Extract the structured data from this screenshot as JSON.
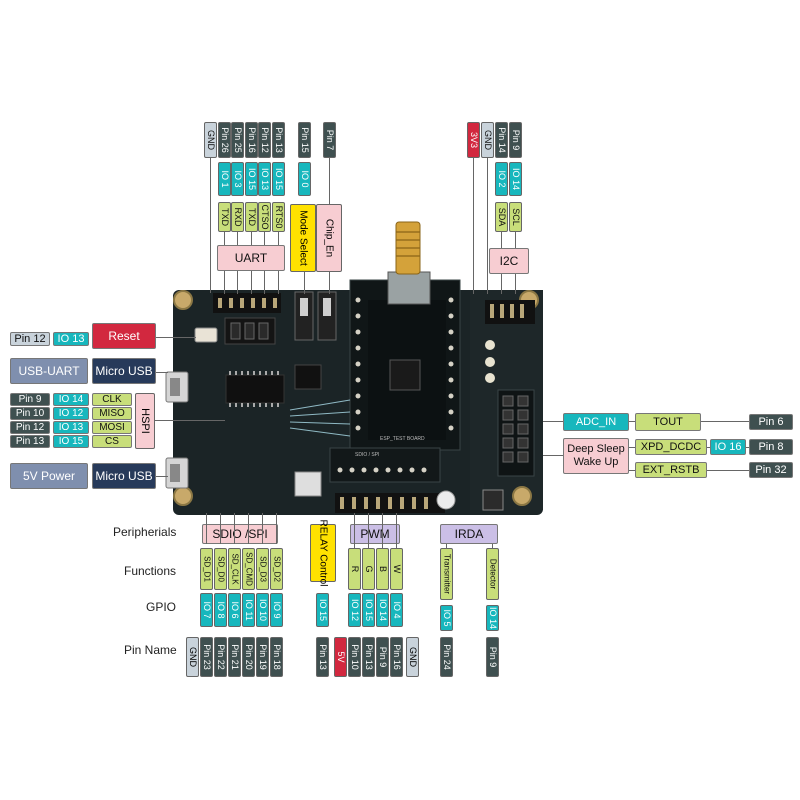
{
  "colors": {
    "gray": "#3f5050",
    "light_gray": "#c9d3db",
    "teal": "#17b7bd",
    "yellow_green": "#c8de7a",
    "yellow": "#ffe100",
    "pink": "#f7cdd2",
    "red": "#d2283f",
    "blue_gray": "#7f8fae",
    "purple": "#cbbfe6",
    "light_blue": "#bfe5f2",
    "navy": "#273a5a",
    "board": "#1b2426"
  },
  "top": {
    "columns": [
      {
        "name": "gnd",
        "pin": "GND"
      },
      {
        "name": "u1",
        "pin": "Pin 26",
        "io": "IO 1",
        "func": "TXD"
      },
      {
        "name": "u2",
        "pin": "Pin 25",
        "io": "IO 3",
        "func": "RXD"
      },
      {
        "name": "u3",
        "pin": "Pin 16",
        "io": "IO 15",
        "func": "TXD"
      },
      {
        "name": "u4",
        "pin": "Pin 12",
        "io": "IO 13",
        "func": "CTSO"
      },
      {
        "name": "u5",
        "pin": "Pin 13",
        "io": "IO 15",
        "func": "RTS0"
      }
    ],
    "mode": {
      "pin": "Pin 15",
      "io": "IO 0",
      "func": "Mode Select"
    },
    "chip": {
      "pin": "Pin 7",
      "func": "Chip_En"
    },
    "uart": "UART",
    "i2c_cols": [
      {
        "name": "v33",
        "pin": "3V3"
      },
      {
        "name": "ignd",
        "pin": "GND"
      },
      {
        "name": "i1",
        "pin": "Pin 14",
        "io": "IO 2",
        "func": "SDA"
      },
      {
        "name": "i2",
        "pin": "Pin 9",
        "io": "IO 14",
        "func": "SCL"
      }
    ],
    "i2c": "I2C"
  },
  "left": {
    "reset": {
      "pin": "Pin 12",
      "io": "IO 13",
      "label": "Reset"
    },
    "usb_uart": "USB-UART",
    "micro_usb_1": "Micro USB",
    "hspi": "HSPI",
    "hspi_rows": [
      {
        "pin": "Pin 9",
        "io": "IO 14",
        "func": "CLK"
      },
      {
        "pin": "Pin 10",
        "io": "IO 12",
        "func": "MISO"
      },
      {
        "pin": "Pin 12",
        "io": "IO 13",
        "func": "MOSI"
      },
      {
        "pin": "Pin 13",
        "io": "IO 15",
        "func": "CS"
      }
    ],
    "power": "5V Power",
    "micro_usb_2": "Micro USB"
  },
  "right": {
    "adc": "ADC_IN",
    "tout": "TOUT",
    "tout_pin": "Pin 6",
    "deep_sleep": "Deep Sleep Wake Up",
    "xpd": "XPD_DCDC",
    "xpd_io": "IO 16",
    "xpd_pin": "Pin 8",
    "ext": "EXT_RSTB",
    "ext_pin": "Pin 32"
  },
  "bottom": {
    "row_labels": [
      "Peripherials",
      "Functions",
      "GPIO",
      "Pin Name"
    ],
    "sdio": "SDIO /SPI",
    "sdio_cols": [
      {
        "func": "SD_D1",
        "io": "IO 7",
        "pin": "Pin 23"
      },
      {
        "func": "SD_D0",
        "io": "IO 8",
        "pin": "Pin 22"
      },
      {
        "func": "SD_CLK",
        "io": "IO 6",
        "pin": "Pin 21"
      },
      {
        "func": "SD_CMD",
        "io": "IO 11",
        "pin": "Pin 20"
      },
      {
        "func": "SD_D3",
        "io": "IO 10",
        "pin": "Pin 19"
      },
      {
        "func": "SD_D2",
        "io": "IO 9",
        "pin": "Pin 18"
      }
    ],
    "gnd_left": "GND",
    "relay": "RELAY Control",
    "relay_io": "IO 15",
    "relay_pin": "Pin 13",
    "v5": "5V",
    "pwm": "PWM",
    "pwm_cols": [
      {
        "func": "R",
        "io": "IO 12",
        "pin": "Pin 10"
      },
      {
        "func": "G",
        "io": "IO 15",
        "pin": "Pin 13"
      },
      {
        "func": "B",
        "io": "IO 14",
        "pin": "Pin 9"
      },
      {
        "func": "W",
        "io": "IO 4",
        "pin": "Pin 16"
      }
    ],
    "gnd_right": "GND",
    "irda": "IRDA",
    "irda_cols": [
      {
        "func": "Transmitter",
        "io": "IO 5",
        "pin": "Pin 24"
      },
      {
        "func": "Detector",
        "io": "IO 14",
        "pin": "Pin 9"
      }
    ]
  },
  "board": {
    "texts": {
      "board_name": "ESP_TEST BOARD",
      "sdio_silk": "SDIO / SPI"
    }
  }
}
